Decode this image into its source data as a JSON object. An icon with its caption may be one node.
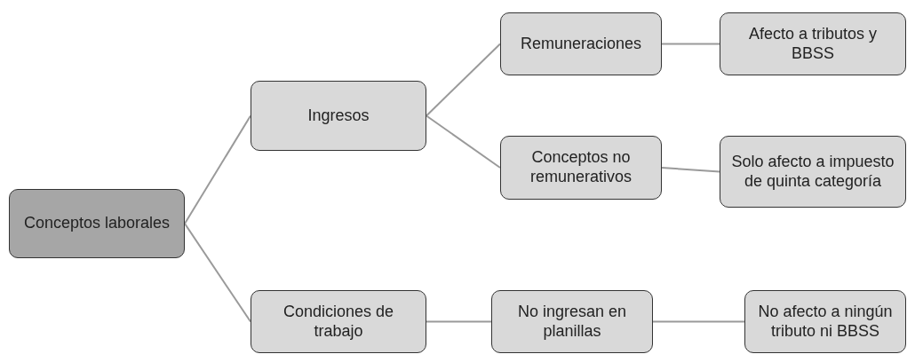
{
  "diagram": {
    "nodes": [
      {
        "text": [
          "Conceptos laborales"
        ]
      },
      {
        "text": [
          "Ingresos"
        ]
      },
      {
        "text": [
          "Remuneraciones"
        ]
      },
      {
        "text": [
          "Afecto a tributos y BBSS"
        ]
      },
      {
        "text": [
          "Conceptos no remunerativos"
        ]
      },
      {
        "text": [
          "Solo afecto a impuesto de quinta categoría"
        ]
      },
      {
        "text": [
          "Condiciones de trabajo"
        ]
      },
      {
        "text": [
          "No ingresan en planillas"
        ]
      },
      {
        "text": [
          "No afecto a ningún tributo ni BBSS"
        ]
      }
    ],
    "edges": [
      {
        "from": 0,
        "to": 1,
        "arrow": "none"
      },
      {
        "from": 0,
        "to": 6,
        "arrow": "none"
      },
      {
        "from": 1,
        "to": 2,
        "arrow": "none"
      },
      {
        "from": 1,
        "to": 4,
        "arrow": "none"
      },
      {
        "from": 2,
        "to": 3,
        "arrow": "none"
      },
      {
        "from": 4,
        "to": 5,
        "arrow": "none"
      },
      {
        "from": 6,
        "to": 7,
        "arrow": "none"
      },
      {
        "from": 7,
        "to": 8,
        "arrow": "none"
      }
    ]
  }
}
